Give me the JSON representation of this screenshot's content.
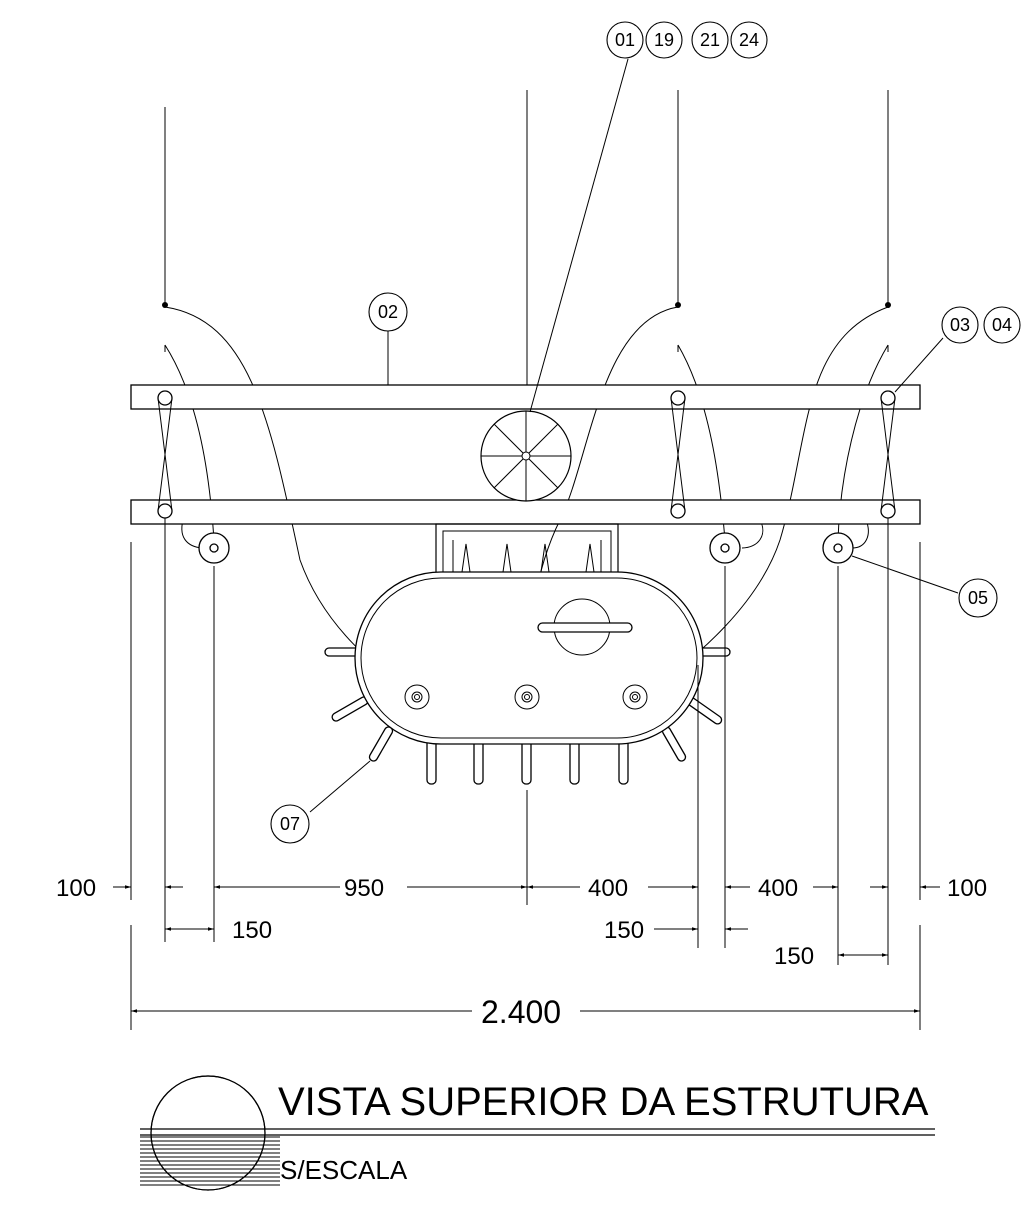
{
  "tags": {
    "t01": "01",
    "t19": "19",
    "t21": "21",
    "t24": "24",
    "t02": "02",
    "t03": "03",
    "t04": "04",
    "t05": "05",
    "t07": "07"
  },
  "dimensions": {
    "d100_left": "100",
    "d950": "950",
    "d400_a": "400",
    "d400_b": "400",
    "d100_right": "100",
    "d150_left": "150",
    "d150_mid": "150",
    "d150_right": "150",
    "total": "2.400"
  },
  "title": {
    "main": "VISTA SUPERIOR DA ESTRUTURA",
    "scale": "S/ESCALA"
  }
}
